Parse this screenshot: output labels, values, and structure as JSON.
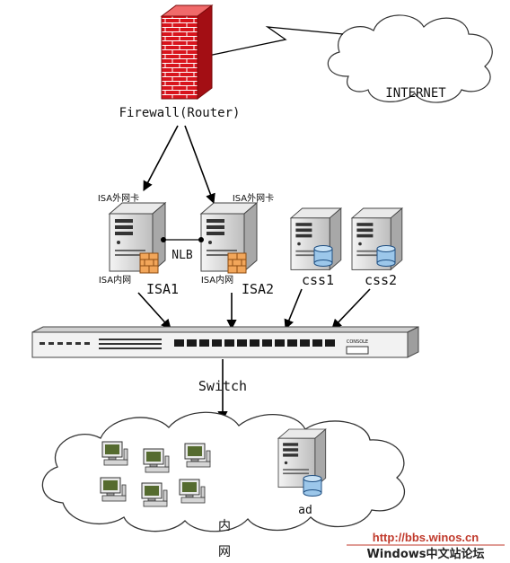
{
  "labels": {
    "internet": "INTERNET",
    "firewall": "Firewall(Router)",
    "isa1_external": "ISA外网卡",
    "isa2_external": "ISA外网卡",
    "nlb": "NLB",
    "isa1_internal": "ISA内网",
    "isa2_internal": "ISA内网",
    "isa1": "ISA1",
    "isa2": "ISA2",
    "css1": "css1",
    "css2": "css2",
    "switch": "Switch",
    "switch_console": "CONSOLE",
    "ad": "ad",
    "lan_char1": "内",
    "lan_char2": "网"
  },
  "watermark": {
    "url": "http://bbs.winos.cn",
    "site": "Windows中文站论坛"
  },
  "colors": {
    "firewall": "#d8141c",
    "watermark_red": "#c0392b",
    "server_grey": "#d9d9d9",
    "disk_blue": "#9cc7ea"
  },
  "icons": {
    "firewall": "brick-wall-icon",
    "internet": "cloud-icon",
    "server": "tower-server-icon",
    "switch": "network-switch-icon",
    "workstation": "desktop-computer-icon"
  }
}
